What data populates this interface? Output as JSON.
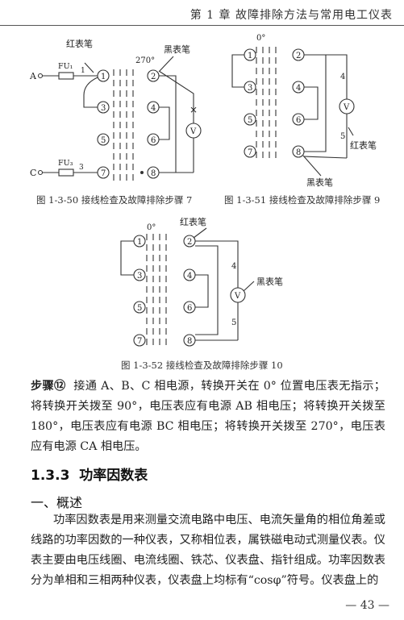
{
  "header": {
    "title": "第 1 章   故障排除方法与常用电工仪表"
  },
  "fig50": {
    "red_probe": "红表笔",
    "black_probe": "黑表笔",
    "angle": "270°",
    "line_a": "A",
    "line_c": "C",
    "fuse1": "FU₁",
    "fuse3": "FU₃",
    "wire1": "1",
    "wire3": "3",
    "meter": "V",
    "cross": "×",
    "terminals": [
      "1",
      "3",
      "5",
      "7",
      "2",
      "4",
      "6",
      "8"
    ],
    "caption": "图 1-3-50   接线检查及故障排除步骤 7"
  },
  "fig51": {
    "angle": "0°",
    "red_probe": "红表笔",
    "black_probe": "黑表笔",
    "meter": "V",
    "wire4": "4",
    "wire5": "5",
    "terminals": [
      "1",
      "3",
      "5",
      "7",
      "2",
      "4",
      "6",
      "8"
    ],
    "caption": "图 1-3-51   接线检查及故障排除步骤 9"
  },
  "fig52": {
    "angle": "0°",
    "red_probe": "红表笔",
    "black_probe": "黑表笔",
    "meter": "V",
    "wire4": "4",
    "wire5": "5",
    "terminals": [
      "1",
      "3",
      "5",
      "7",
      "2",
      "4",
      "6",
      "8"
    ],
    "caption": "图 1-3-52   接线检查及故障排除步骤 10"
  },
  "step": {
    "lead": "步骤",
    "badge": "⑫",
    "text": "接通 A、B、C 相电源，转换开关在 0° 位置电压表无指示；将转换开关拨至 90°，电压表应有电源 AB 相电压；将转换开关拨至 180°，电压表应有电源 BC 相电压；将转换开关拨至 270°，电压表应有电源 CA 相电压。"
  },
  "section": {
    "number": "1.3.3",
    "title": "功率因数表"
  },
  "subsection": {
    "title": "一、概述"
  },
  "body": "功率因数表是用来测量交流电路中电压、电流矢量角的相位角差或线路的功率因数的一种仪表，又称相位表，属铁磁电动式测量仪表。仪表主要由电压线圈、电流线圈、铁芯、仪表盘、指针组成。功率因数表分为单相和三相两种仪表，仪表盘上均标有“cosφ”符号。仪表盘上的",
  "page_number": "— 43 —"
}
